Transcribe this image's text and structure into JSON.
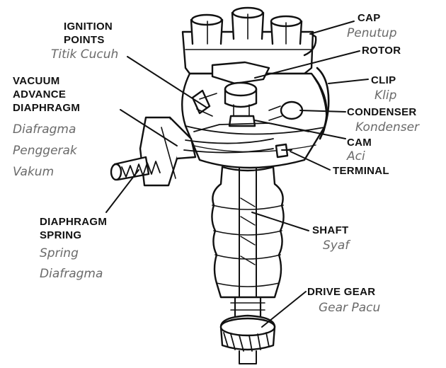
{
  "labels": {
    "cap": {
      "en": "CAP",
      "id": "Penutup"
    },
    "rotor": {
      "en": "ROTOR"
    },
    "clip": {
      "en": "CLIP",
      "id": "Klip"
    },
    "condenser": {
      "en": "CONDENSER",
      "id": "Kondenser"
    },
    "cam": {
      "en": "CAM",
      "id": "Aci"
    },
    "terminal": {
      "en": "TERMINAL"
    },
    "shaft": {
      "en": "SHAFT",
      "id": "Syaf"
    },
    "drive_gear": {
      "en": "DRIVE GEAR",
      "id": "Gear Pacu"
    },
    "ignition_points": {
      "en_1": "IGNITION",
      "en_2": "POINTS",
      "id": "Titik Cucuh"
    },
    "vacuum_advance_diaphragm": {
      "en_1": "VACUUM",
      "en_2": "ADVANCE",
      "en_3": "DIAPHRAGM",
      "id_1": "Diafragma",
      "id_2": "Penggerak",
      "id_3": "Vakum"
    },
    "diaphragm_spring": {
      "en_1": "DIAPHRAGM",
      "en_2": "SPRING",
      "id_1": "Spring",
      "id_2": "Diafragma"
    }
  },
  "colors": {
    "line_art": "#111111",
    "english_text": "#111111",
    "indonesian_text": "#6a6a6a"
  }
}
